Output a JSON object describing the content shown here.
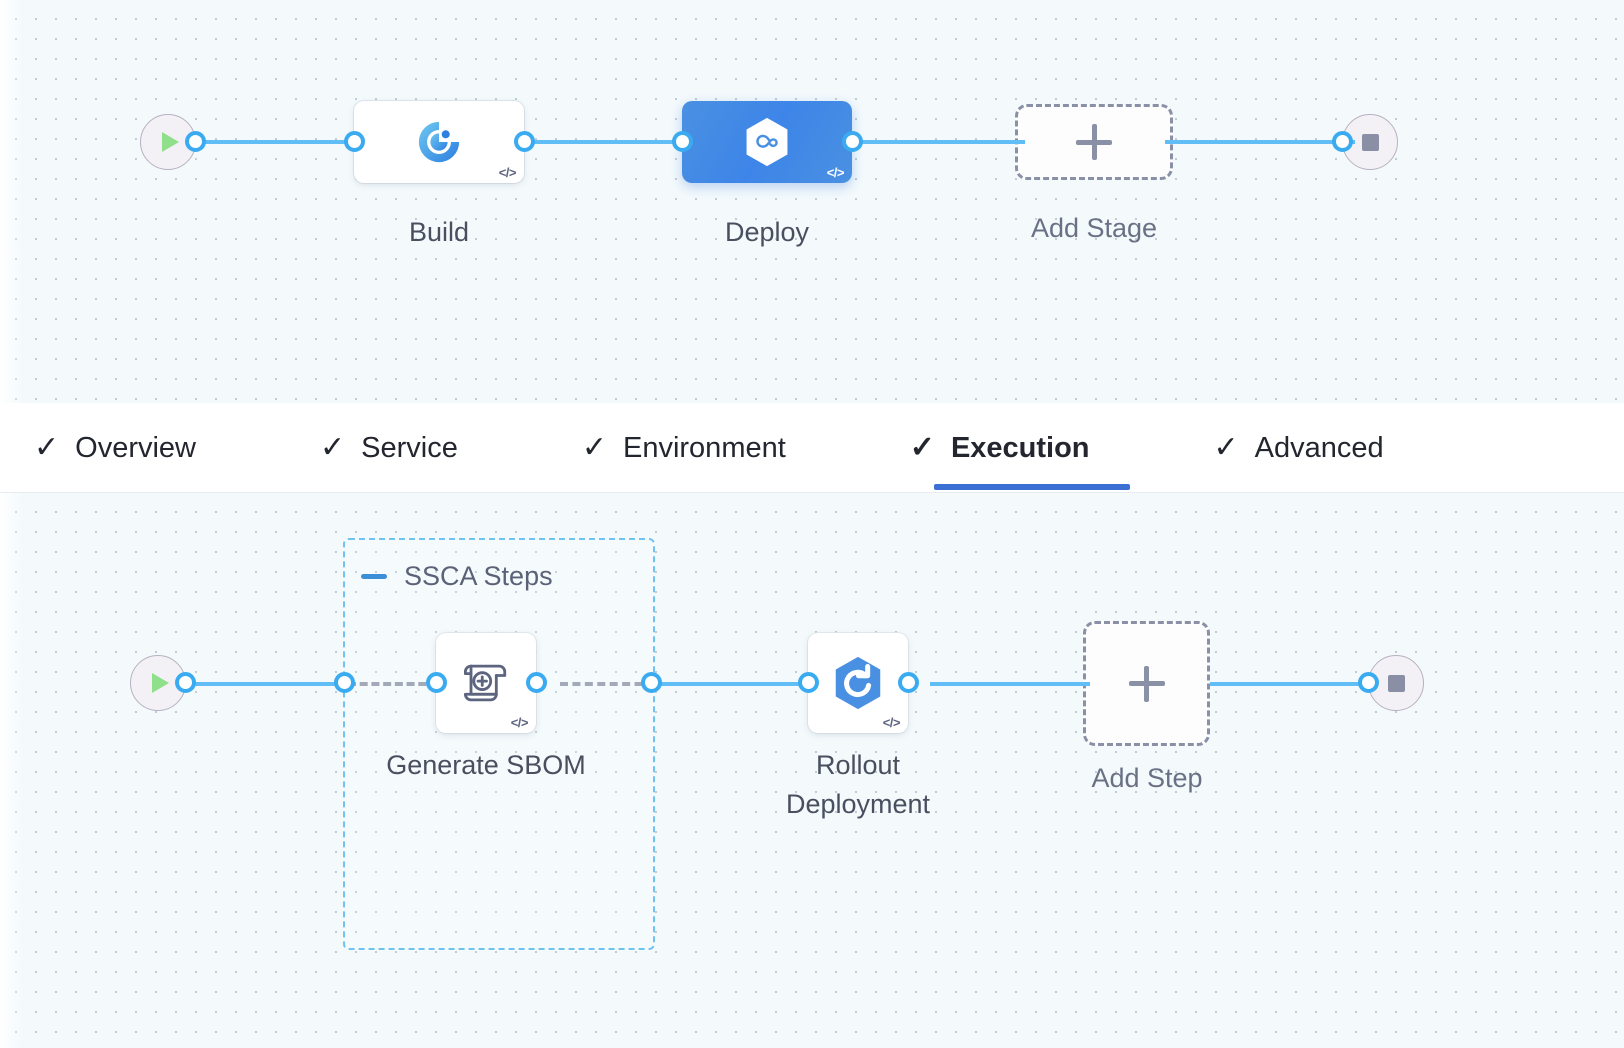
{
  "stage_canvas": {
    "start_node": {
      "name": "pipeline-start",
      "icon": "play-icon"
    },
    "end_node": {
      "name": "pipeline-end",
      "icon": "stop-icon"
    },
    "stages": [
      {
        "label": "Build",
        "icon": "build-target-icon",
        "badge": "</>",
        "selected": false
      },
      {
        "label": "Deploy",
        "icon": "harness-hexagon-icon",
        "badge": "</>",
        "selected": true
      }
    ],
    "add_stage": {
      "label": "Add Stage",
      "icon": "plus-icon"
    }
  },
  "tabs": [
    {
      "label": "Overview",
      "check": "✓",
      "active": false
    },
    {
      "label": "Service",
      "check": "✓",
      "active": false
    },
    {
      "label": "Environment",
      "check": "✓",
      "active": false
    },
    {
      "label": "Execution",
      "check": "✓",
      "active": true
    },
    {
      "label": "Advanced",
      "check": "✓",
      "active": false
    }
  ],
  "step_canvas": {
    "start_node": {
      "name": "execution-start",
      "icon": "play-icon"
    },
    "end_node": {
      "name": "execution-end",
      "icon": "stop-icon"
    },
    "group": {
      "title": "SSCA Steps",
      "collapse_icon": "minus-icon"
    },
    "steps": [
      {
        "label": "Generate SBOM",
        "icon": "sbom-scroll-icon",
        "badge": "</>"
      },
      {
        "label": "Rollout\nDeployment",
        "icon": "rollout-hexagon-icon",
        "badge": "</>"
      }
    ],
    "add_step": {
      "label": "Add Step",
      "icon": "plus-icon"
    }
  },
  "colors": {
    "accent_blue": "#3aabf0",
    "selected_stage": "#4a90e2",
    "tab_active": "#3b6fd4",
    "group_border": "#6fc3ef",
    "canvas_bg": "#f4fafc"
  }
}
